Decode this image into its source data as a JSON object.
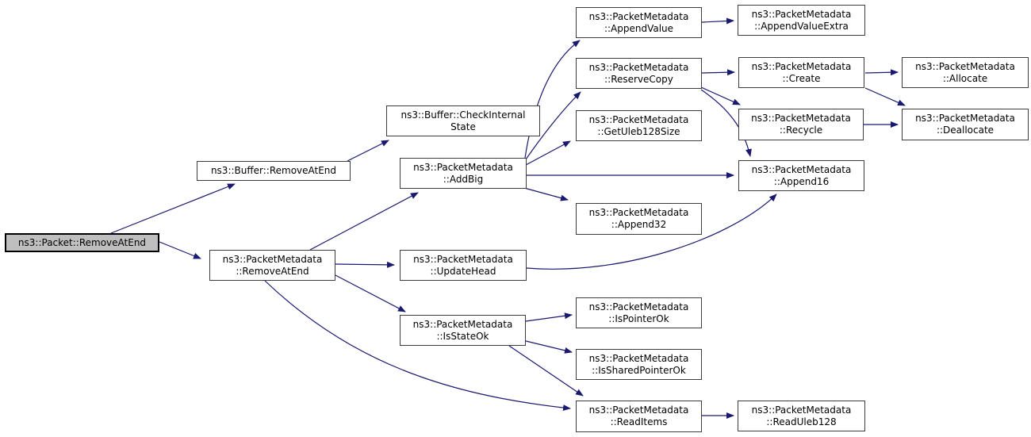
{
  "diagram": {
    "type": "call-graph",
    "colors": {
      "edge": "#191970",
      "node_border": "#3c3c3c",
      "node_fill": "#ffffff",
      "root_fill": "#bfbfbf",
      "text": "#000000",
      "background": "#ffffff"
    },
    "nodes": [
      {
        "id": "packet-remove-at-end",
        "lines": [
          "ns3::Packet::RemoveAtEnd"
        ],
        "root": true
      },
      {
        "id": "buffer-remove-at-end",
        "lines": [
          "ns3::Buffer::RemoveAtEnd"
        ]
      },
      {
        "id": "metadata-remove-at-end",
        "lines": [
          "ns3::PacketMetadata",
          "::RemoveAtEnd"
        ]
      },
      {
        "id": "check-internal-state",
        "lines": [
          "ns3::Buffer::CheckInternal",
          "State"
        ]
      },
      {
        "id": "add-big",
        "lines": [
          "ns3::PacketMetadata",
          "::AddBig"
        ]
      },
      {
        "id": "update-head",
        "lines": [
          "ns3::PacketMetadata",
          "::UpdateHead"
        ]
      },
      {
        "id": "is-state-ok",
        "lines": [
          "ns3::PacketMetadata",
          "::IsStateOk"
        ]
      },
      {
        "id": "append-value",
        "lines": [
          "ns3::PacketMetadata",
          "::AppendValue"
        ]
      },
      {
        "id": "reserve-copy",
        "lines": [
          "ns3::PacketMetadata",
          "::ReserveCopy"
        ]
      },
      {
        "id": "get-uleb128-size",
        "lines": [
          "ns3::PacketMetadata",
          "::GetUleb128Size"
        ]
      },
      {
        "id": "append32",
        "lines": [
          "ns3::PacketMetadata",
          "::Append32"
        ]
      },
      {
        "id": "is-pointer-ok",
        "lines": [
          "ns3::PacketMetadata",
          "::IsPointerOk"
        ]
      },
      {
        "id": "is-shared-pointer-ok",
        "lines": [
          "ns3::PacketMetadata",
          "::IsSharedPointerOk"
        ]
      },
      {
        "id": "read-items",
        "lines": [
          "ns3::PacketMetadata",
          "::ReadItems"
        ]
      },
      {
        "id": "append-value-extra",
        "lines": [
          "ns3::PacketMetadata",
          "::AppendValueExtra"
        ]
      },
      {
        "id": "create",
        "lines": [
          "ns3::PacketMetadata",
          "::Create"
        ]
      },
      {
        "id": "recycle",
        "lines": [
          "ns3::PacketMetadata",
          "::Recycle"
        ]
      },
      {
        "id": "append16",
        "lines": [
          "ns3::PacketMetadata",
          "::Append16"
        ]
      },
      {
        "id": "read-uleb128",
        "lines": [
          "ns3::PacketMetadata",
          "::ReadUleb128"
        ]
      },
      {
        "id": "allocate",
        "lines": [
          "ns3::PacketMetadata",
          "::Allocate"
        ]
      },
      {
        "id": "deallocate",
        "lines": [
          "ns3::PacketMetadata",
          "::Deallocate"
        ]
      }
    ],
    "edges": [
      {
        "from": "packet-remove-at-end",
        "to": "buffer-remove-at-end"
      },
      {
        "from": "packet-remove-at-end",
        "to": "metadata-remove-at-end"
      },
      {
        "from": "buffer-remove-at-end",
        "to": "check-internal-state"
      },
      {
        "from": "metadata-remove-at-end",
        "to": "add-big"
      },
      {
        "from": "metadata-remove-at-end",
        "to": "update-head"
      },
      {
        "from": "metadata-remove-at-end",
        "to": "is-state-ok"
      },
      {
        "from": "metadata-remove-at-end",
        "to": "read-items"
      },
      {
        "from": "add-big",
        "to": "append-value"
      },
      {
        "from": "add-big",
        "to": "reserve-copy"
      },
      {
        "from": "add-big",
        "to": "get-uleb128-size"
      },
      {
        "from": "add-big",
        "to": "append16"
      },
      {
        "from": "add-big",
        "to": "append32"
      },
      {
        "from": "append-value",
        "to": "append-value-extra"
      },
      {
        "from": "reserve-copy",
        "to": "create"
      },
      {
        "from": "reserve-copy",
        "to": "recycle"
      },
      {
        "from": "reserve-copy",
        "to": "append16"
      },
      {
        "from": "create",
        "to": "allocate"
      },
      {
        "from": "create",
        "to": "deallocate"
      },
      {
        "from": "recycle",
        "to": "deallocate"
      },
      {
        "from": "update-head",
        "to": "append16"
      },
      {
        "from": "is-state-ok",
        "to": "is-pointer-ok"
      },
      {
        "from": "is-state-ok",
        "to": "is-shared-pointer-ok"
      },
      {
        "from": "is-state-ok",
        "to": "read-items"
      },
      {
        "from": "read-items",
        "to": "read-uleb128"
      }
    ]
  }
}
